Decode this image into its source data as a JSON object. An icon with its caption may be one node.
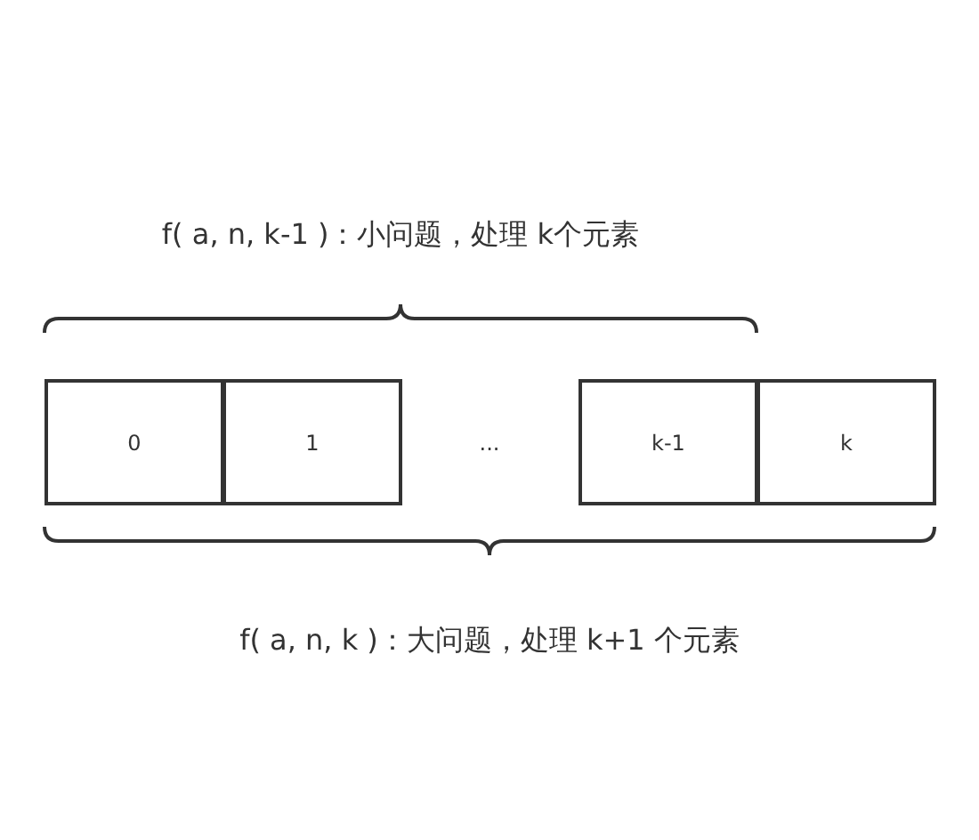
{
  "diagram": {
    "nodes": [
      {
        "text": [
          "0"
        ]
      },
      {
        "text": [
          "1"
        ]
      },
      {
        "text": [
          "k-1"
        ]
      },
      {
        "text": [
          "k"
        ]
      }
    ],
    "labels": [
      "f( a, n, k-1 )：小问题，处理 k个元素",
      "...",
      "f( a, n, k )：大问题，处理 k+1 个元素"
    ]
  }
}
